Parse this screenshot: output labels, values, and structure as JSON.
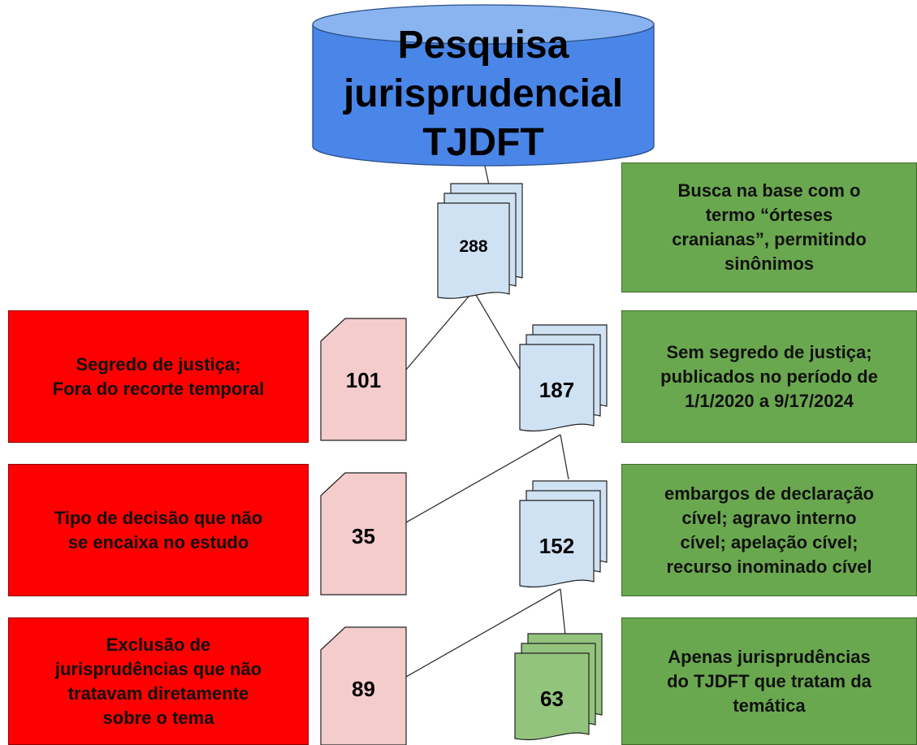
{
  "database": {
    "label_lines": [
      "Pesquisa",
      "jurisprudencial",
      "TJDFT"
    ]
  },
  "documents": {
    "initial": "288",
    "after_filter_1": "187",
    "after_filter_2": "152",
    "final": "63",
    "excluded_1": "101",
    "excluded_2": "35",
    "excluded_3": "89"
  },
  "criteria": {
    "search": [
      "Busca na base com o",
      "termo “órteses",
      "cranianas”, permitindo",
      "sinônimos"
    ],
    "filter_1": [
      "Sem segredo de justiça;",
      "publicados no período de",
      "1/1/2020 a 9/17/2024"
    ],
    "filter_2": [
      "embargos de declaração",
      "cível; agravo interno",
      "cível; apelação cível;",
      "recurso inominado cível"
    ],
    "filter_3": [
      "Apenas jurisprudências",
      "do TJDFT que tratam da",
      "temática"
    ]
  },
  "exclusions": {
    "reason_1": [
      "Segredo de justiça;",
      "Fora do recorte temporal"
    ],
    "reason_2": [
      "Tipo de decisão que não",
      "se encaixa no estudo"
    ],
    "reason_3": [
      "Exclusão de",
      "jurisprudências que não",
      "tratavam diretamente",
      "sobre o tema"
    ]
  },
  "colors": {
    "database_fill": "#4a86e8",
    "database_top": "#8ab4f0",
    "document_blue": "#cfe2f3",
    "document_pink": "#f4cccc",
    "document_green": "#93c47d",
    "exclusion_box": "#ff0000",
    "criteria_box": "#6aa84f"
  }
}
